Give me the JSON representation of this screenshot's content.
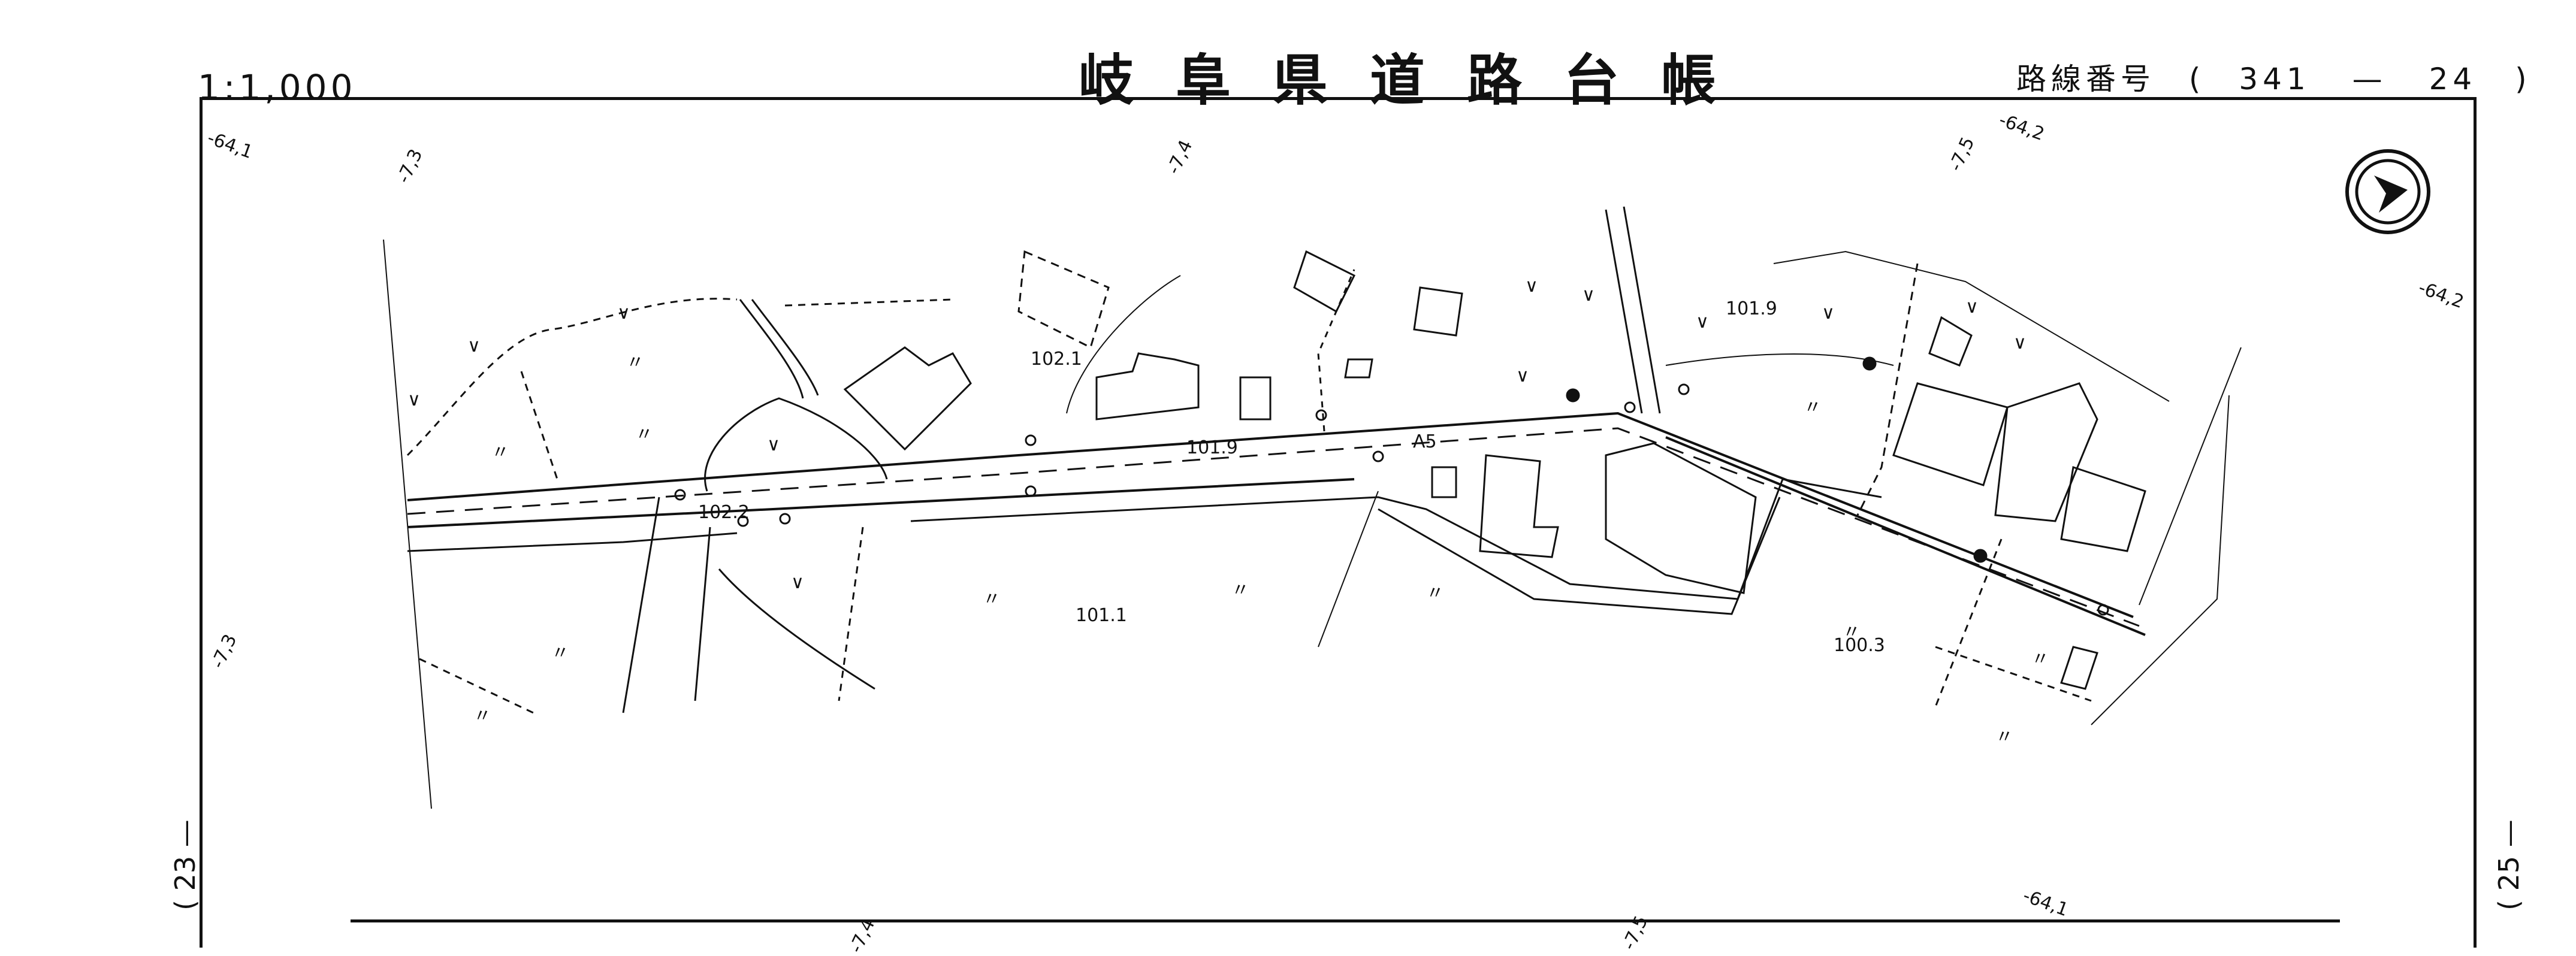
{
  "header": {
    "scale": "1:1,000",
    "title": "岐阜県道路台帳",
    "route_label": "路線番号",
    "route_open": "(",
    "route_number": "341",
    "route_dash": "—",
    "route_segment": "24",
    "route_close": ")"
  },
  "sheets": {
    "left": "( 23 —",
    "right": "( 25 —"
  },
  "grid_marks": {
    "top_left": "-64,1",
    "top_1": "-7,3",
    "top_2": "-7,4",
    "top_3": "-7,5",
    "top_right": "-64,2",
    "right": "-64,2",
    "left_mid": "-7,3",
    "bottom_1": "-7,4",
    "bottom_2": "-7,5",
    "bottom_right": "-64,1"
  },
  "map_labels": {
    "elev_1021": "102.1",
    "elev_1019_road": "101.9",
    "elev_1019_ne": "101.9",
    "elev_1022": "102.2",
    "elev_1011": "101.1",
    "elev_1003": "100.3",
    "road_code": "A5",
    "ditto": "〃",
    "yield": "∨"
  },
  "colors": {
    "ink": "#111111",
    "paper": "#ffffff"
  },
  "icons": {
    "north_arrow": "north-arrow-icon"
  }
}
